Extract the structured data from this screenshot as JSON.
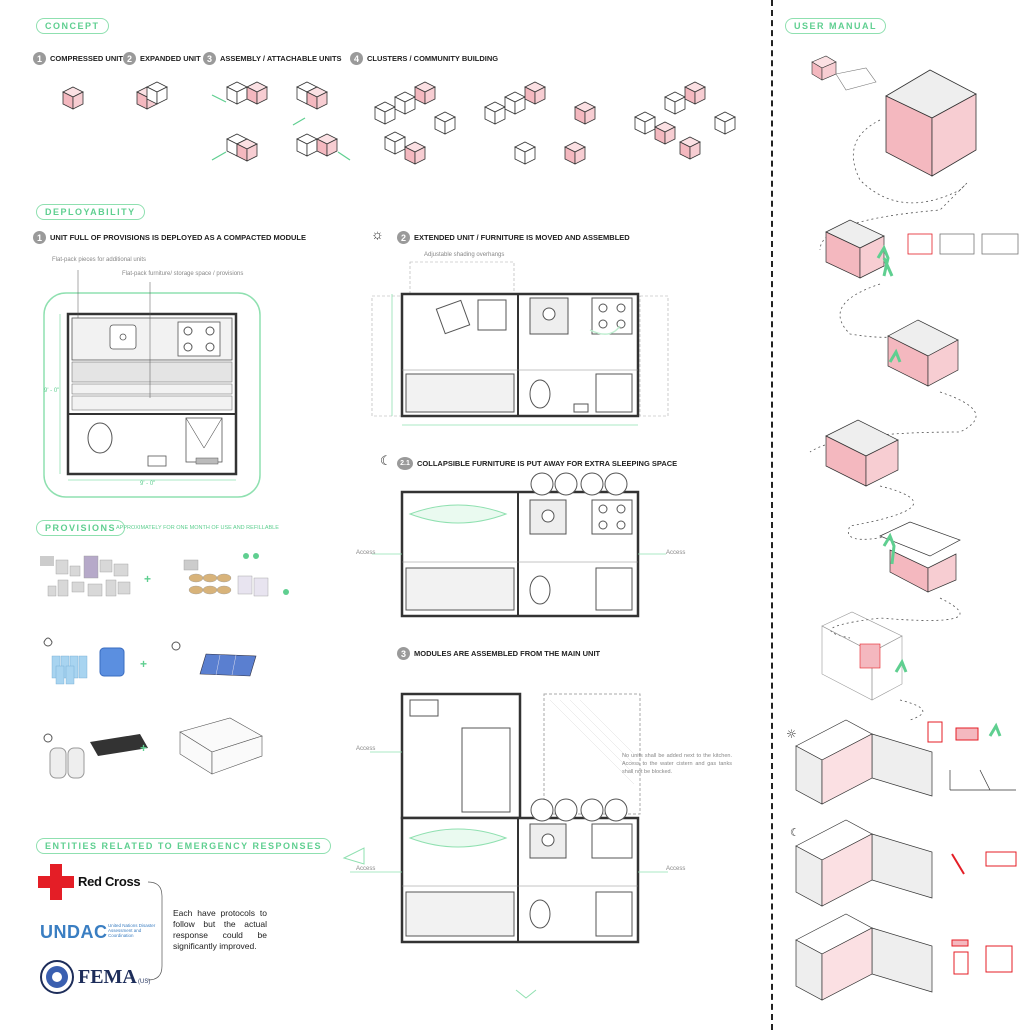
{
  "sections": {
    "concept": "CONCEPT",
    "deployability": "DEPLOYABILITY",
    "provisions": "PROVISIONS",
    "entities": "ENTITIES RELATED TO EMERGENCY RESPONSES",
    "user_manual": "USER MANUAL"
  },
  "concept_steps": [
    {
      "num": "1",
      "label": "COMPRESSED UNIT"
    },
    {
      "num": "2",
      "label": "EXPANDED UNIT"
    },
    {
      "num": "3",
      "label": "ASSEMBLY / ATTACHABLE UNITS"
    },
    {
      "num": "4",
      "label": "CLUSTERS / COMMUNITY BUILDING"
    }
  ],
  "deploy": {
    "step1": {
      "num": "1",
      "label": "UNIT FULL OF PROVISIONS IS DEPLOYED AS A COMPACTED MODULE"
    },
    "flatpack1": "Flat-pack pieces for additional units",
    "flatpack2": "Flat-pack furniture/ storage space / provisions",
    "dim_side": "9' - 0\"",
    "dim_bottom": "9' - 0\"",
    "step2": {
      "num": "2",
      "label": "EXTENDED UNIT / FURNITURE IS MOVED AND ASSEMBLED"
    },
    "shading": "Adjustable shading overhangs",
    "step21": {
      "num": "2.1",
      "label": "COLLAPSIBLE FURNITURE IS PUT AWAY FOR EXTRA SLEEPING SPACE"
    },
    "step3": {
      "num": "3",
      "label": "MODULES ARE ASSEMBLED FROM THE MAIN UNIT"
    },
    "access": "Access",
    "block_note": "No units shall be added next to the kitchen. Access to the water cistern and gas tanks shall not be blocked."
  },
  "provisions_note": "APPROXIMATELY FOR ONE MONTH OF USE AND REFILLABLE",
  "entities": {
    "red_cross": "Red Cross",
    "undac": "UNDAC",
    "undac_sub": "United Nations Disaster Assessment and Coordination",
    "fema": "FEMA",
    "fema_sub": "(US)",
    "note": "Each have protocols to follow but the actual response could be significantly improved."
  },
  "colors": {
    "accent_green": "#5fcf90",
    "pink": "#f4b8bf",
    "red_cross": "#e41e26",
    "undac_blue": "#3a7ec2",
    "fema_navy": "#1d2d5a"
  }
}
